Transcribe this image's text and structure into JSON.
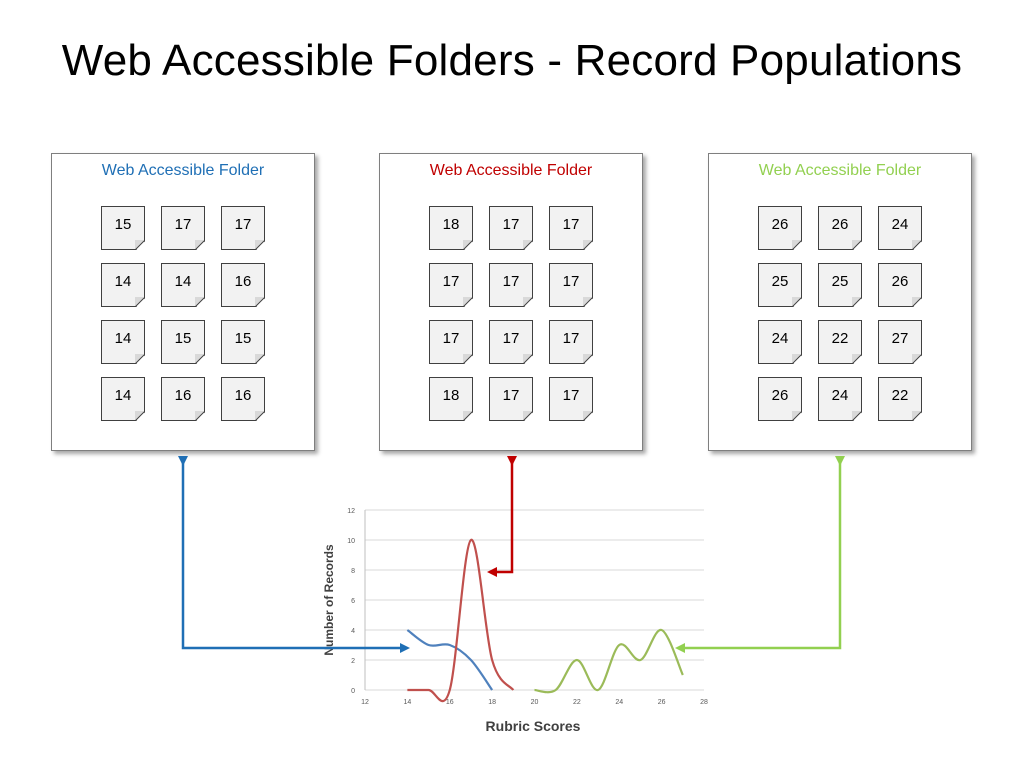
{
  "slide": {
    "title": "Web Accessible Folders - Record Populations"
  },
  "folders": [
    {
      "title": "Web Accessible Folder",
      "color": "#1f6fb5",
      "records": [
        "15",
        "17",
        "17",
        "14",
        "14",
        "16",
        "14",
        "15",
        "15",
        "14",
        "16",
        "16"
      ]
    },
    {
      "title": "Web Accessible Folder",
      "color": "#c00000",
      "records": [
        "18",
        "17",
        "17",
        "17",
        "17",
        "17",
        "17",
        "17",
        "17",
        "18",
        "17",
        "17"
      ]
    },
    {
      "title": "Web Accessible Folder",
      "color": "#92d050",
      "records": [
        "26",
        "26",
        "24",
        "25",
        "25",
        "26",
        "24",
        "22",
        "27",
        "26",
        "24",
        "22"
      ]
    }
  ],
  "chart_data": {
    "type": "line",
    "xlabel": "Rubric Scores",
    "ylabel": "Number of Records",
    "xlim": [
      12,
      28
    ],
    "ylim": [
      0,
      12
    ],
    "xticks": [
      12,
      14,
      16,
      18,
      20,
      22,
      24,
      26,
      28
    ],
    "yticks": [
      0,
      2,
      4,
      6,
      8,
      10,
      12
    ],
    "grid": true,
    "smooth": true,
    "series": [
      {
        "color": "#4f81bd",
        "x": [
          14,
          15,
          16,
          17,
          18
        ],
        "y": [
          4,
          3,
          3,
          2,
          0
        ]
      },
      {
        "color": "#c0504d",
        "x": [
          14,
          15,
          16,
          17,
          18,
          19
        ],
        "y": [
          0,
          0,
          0,
          10,
          2,
          0
        ]
      },
      {
        "color": "#9bbb59",
        "x": [
          20,
          21,
          22,
          23,
          24,
          25,
          26,
          27
        ],
        "y": [
          0,
          0,
          2,
          0,
          3,
          2,
          4,
          1
        ]
      }
    ]
  }
}
